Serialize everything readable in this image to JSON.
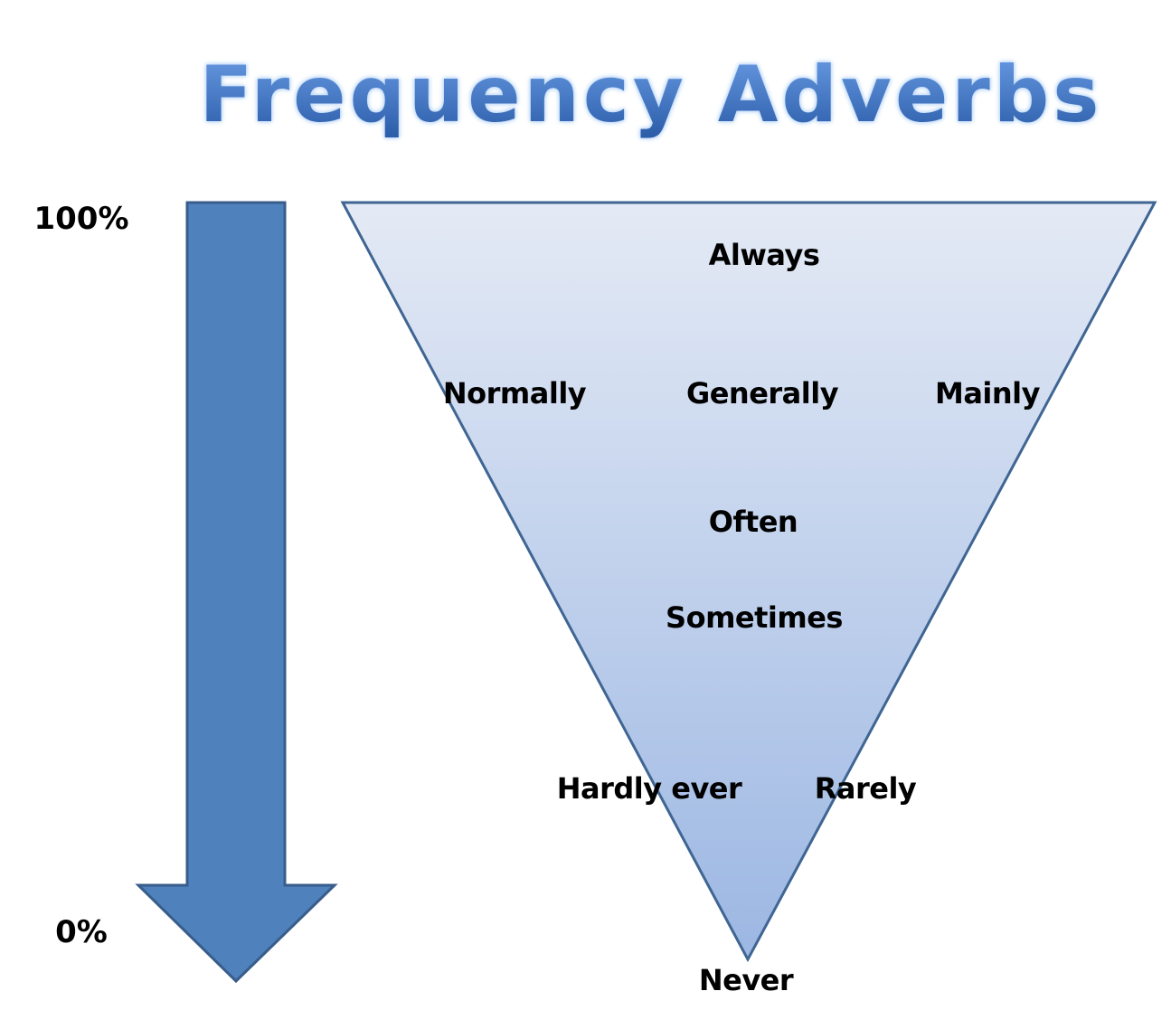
{
  "title": "Frequency Adverbs",
  "scale": {
    "top_label": "100%",
    "bottom_label": "0%",
    "direction": "down"
  },
  "colors": {
    "arrow_fill": "#4f81bd",
    "arrow_stroke": "#385d8a",
    "funnel_top": "#e4eaf5",
    "funnel_bottom": "#9cb7e3",
    "funnel_stroke": "#3f6593",
    "title": "#3a6fb8"
  },
  "adverbs": [
    {
      "name": "Always",
      "rank": 1
    },
    {
      "name": "Normally",
      "rank": 2
    },
    {
      "name": "Generally",
      "rank": 2
    },
    {
      "name": "Mainly",
      "rank": 2
    },
    {
      "name": "Often",
      "rank": 3
    },
    {
      "name": "Sometimes",
      "rank": 4
    },
    {
      "name": "Hardly ever",
      "rank": 5
    },
    {
      "name": "Rarely",
      "rank": 5
    },
    {
      "name": "Never",
      "rank": 6
    }
  ]
}
